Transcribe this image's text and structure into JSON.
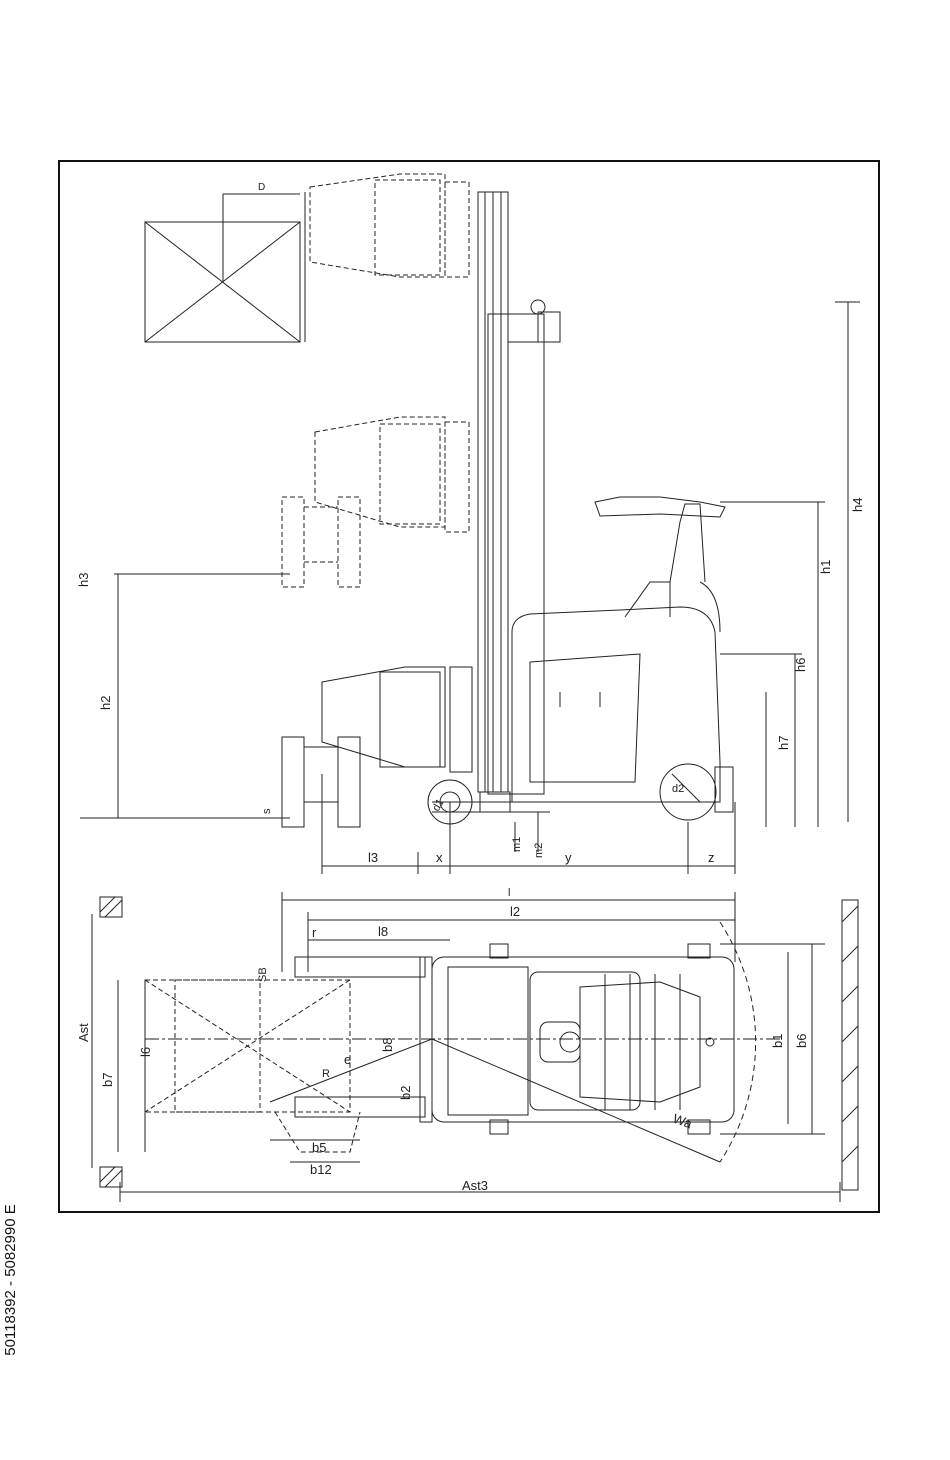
{
  "document": {
    "id": "50118392 - 5082990 E"
  },
  "diagram": {
    "labels": {
      "h3": "h3",
      "h4": "h4",
      "h1": "h1",
      "h6": "h6",
      "h7": "h7",
      "h2": "h2",
      "s": "s",
      "D": "D",
      "l3": "l3",
      "x": "x",
      "y": "y",
      "z": "z",
      "m1": "m1",
      "m2": "m2",
      "d1": "d1",
      "d2": "d2",
      "l": "l",
      "l2": "l2",
      "l8": "l8",
      "l6": "l6",
      "r": "r",
      "SB": "SB",
      "b8": "b8",
      "b2": "b2",
      "b1": "b1",
      "b6": "b6",
      "b7": "b7",
      "b5": "b5",
      "b12": "b12",
      "Ast": "Ast",
      "Ast3": "Ast3",
      "R": "R",
      "e": "e",
      "Wa": "Wa"
    }
  }
}
